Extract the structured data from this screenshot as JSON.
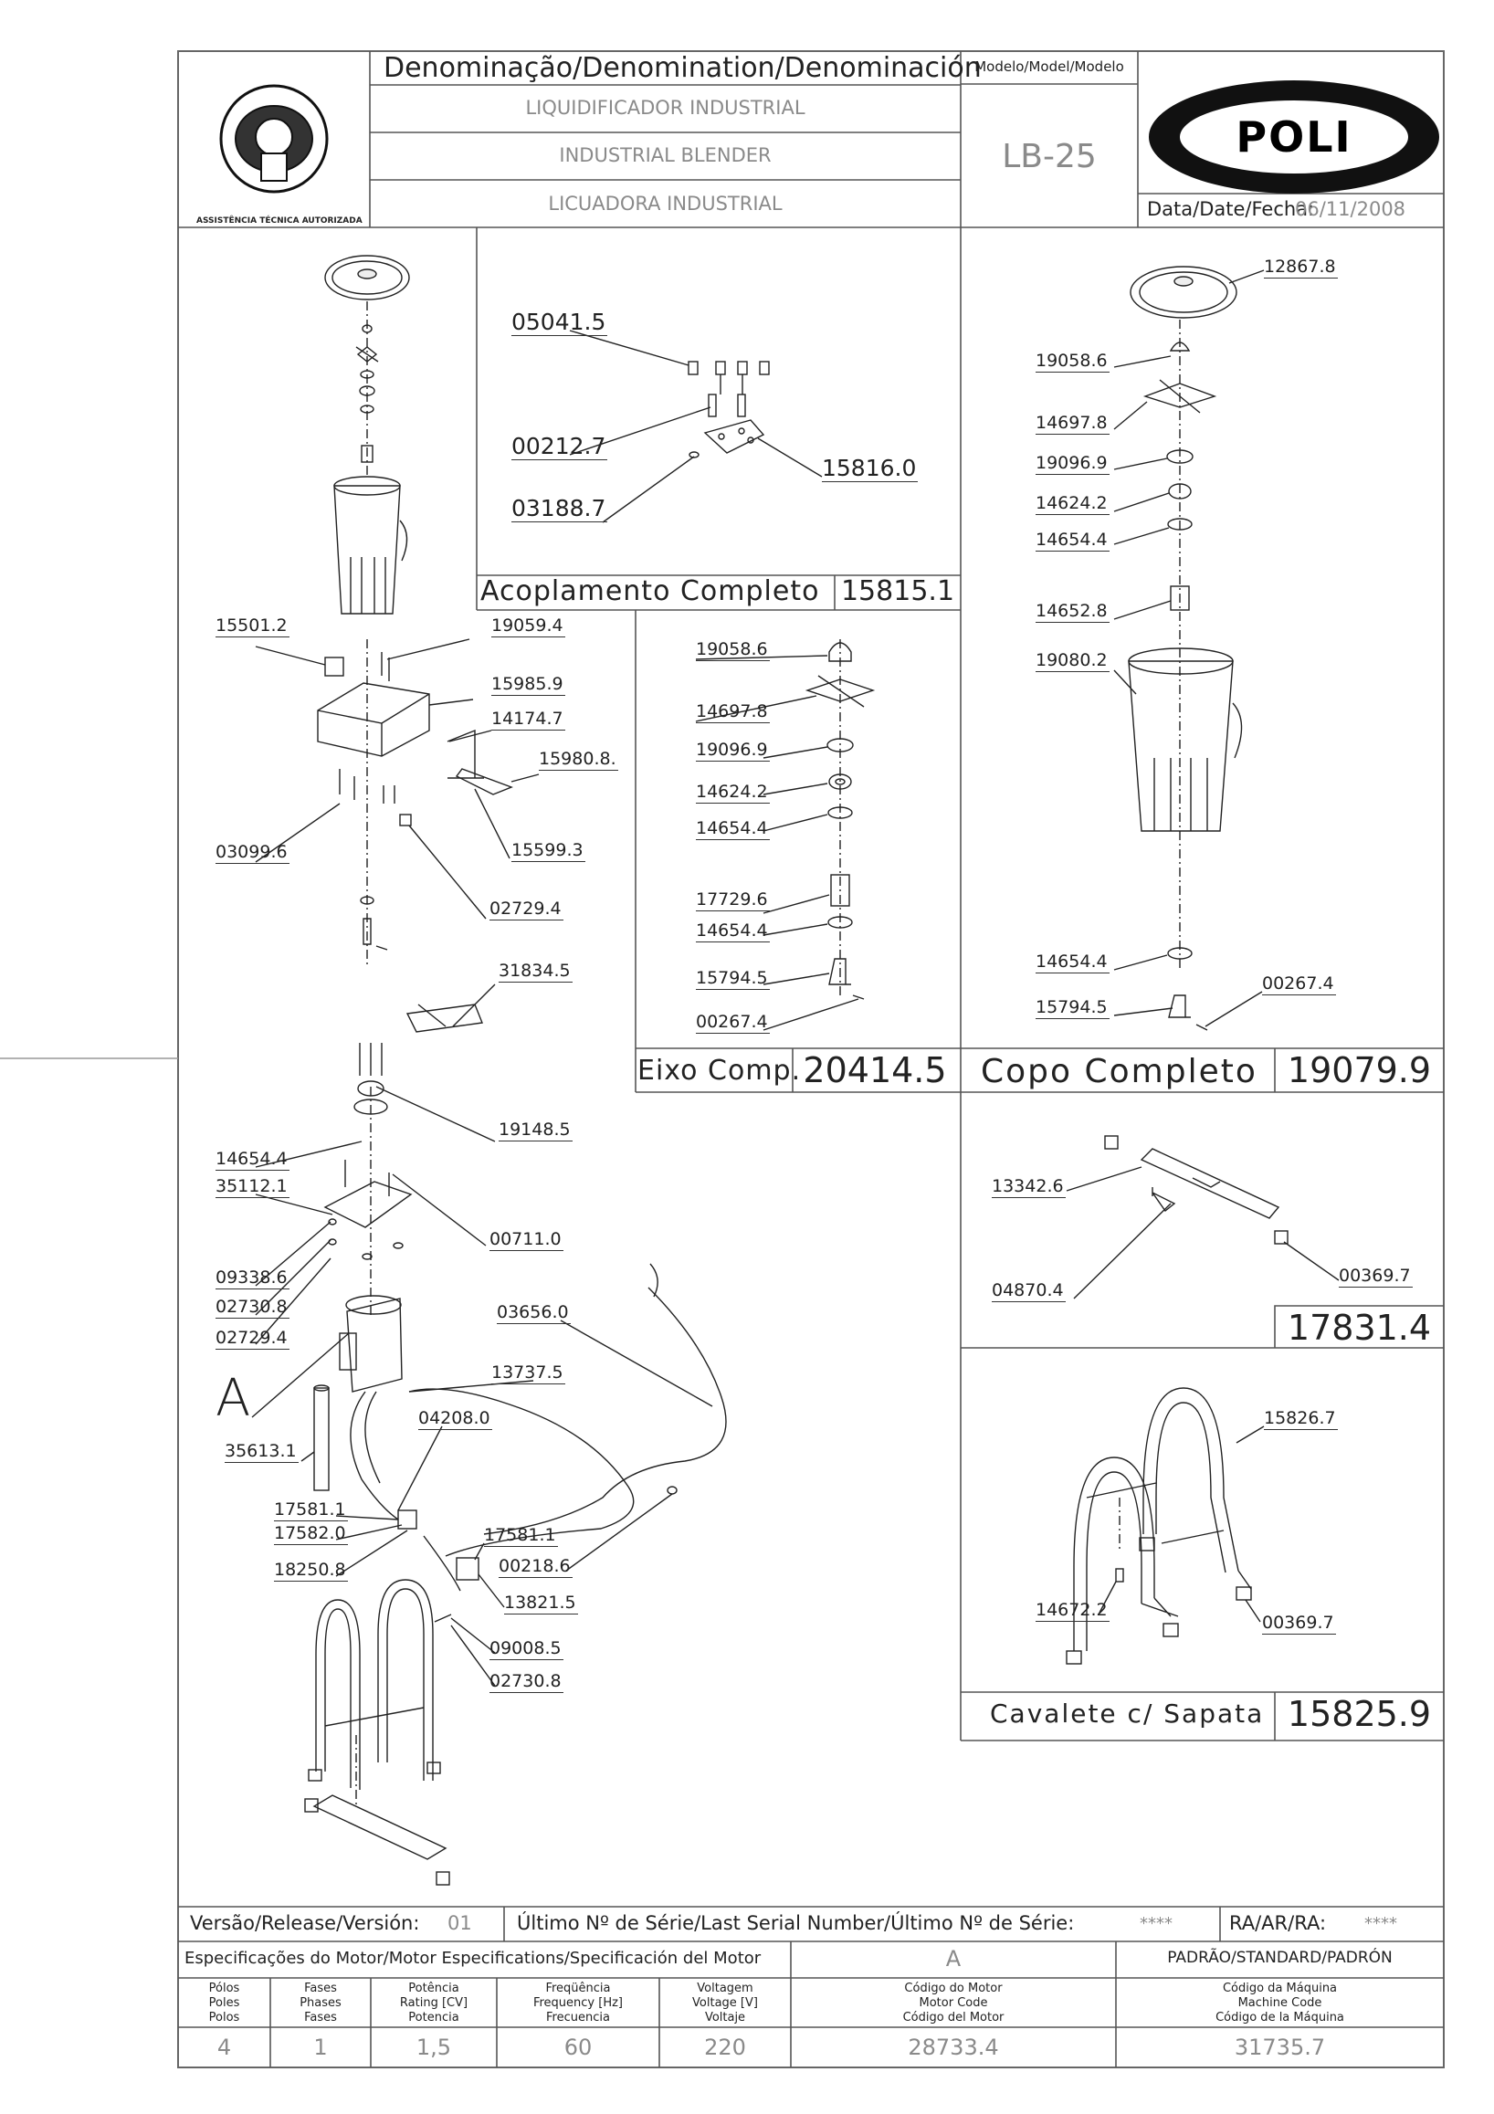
{
  "header": {
    "denomination_title": "Denominação/Denomination/Denominación",
    "names": [
      "LIQUIDIFICADOR INDUSTRIAL",
      "INDUSTRIAL BLENDER",
      "LICUADORA INDUSTRIAL"
    ],
    "model_label": "Modelo/Model/Modelo",
    "model_value": "LB-25",
    "brand": "POLI",
    "date_label": "Data/Date/Fecha:",
    "date_value": "06/11/2008",
    "badge_text": "ASSISTÊNCIA TÉCNICA AUTORIZADA"
  },
  "assemblies": {
    "acoplamento": {
      "name": "Acoplamento Completo",
      "code": "15815.1",
      "parts": [
        "05041.5",
        "00212.7",
        "03188.7",
        "15816.0"
      ]
    },
    "eixo": {
      "name": "Eixo Comp.",
      "code": "20414.5",
      "parts": [
        "19058.6",
        "14697.8",
        "19096.9",
        "14624.2",
        "14654.4",
        "17729.6",
        "14654.4",
        "15794.5",
        "00267.4"
      ]
    },
    "copo": {
      "name": "Copo Completo",
      "code": "19079.9",
      "parts": [
        "12867.8",
        "19058.6",
        "14697.8",
        "19096.9",
        "14624.2",
        "14654.4",
        "14652.8",
        "19080.2",
        "14654.4",
        "15794.5",
        "00267.4"
      ]
    },
    "base_bar": {
      "code": "17831.4",
      "parts": [
        "13342.6",
        "04870.4",
        "00369.7"
      ]
    },
    "cavalete": {
      "name": "Cavalete c/ Sapata",
      "code": "15825.9",
      "parts": [
        "15826.7",
        "14672.2",
        "00369.7"
      ]
    }
  },
  "main_parts": [
    "15501.2",
    "19059.4",
    "15985.9",
    "14174.7",
    "15980.8.",
    "03099.6",
    "15599.3",
    "02729.4",
    "31834.5",
    "19148.5",
    "14654.4",
    "35112.1",
    "00711.0",
    "09338.6",
    "02730.8",
    "02729.4",
    "03656.0",
    "13737.5",
    "A",
    "04208.0",
    "35613.1",
    "17581.1",
    "17582.0",
    "17581.1",
    "18250.8",
    "00218.6",
    "13821.5",
    "09008.5",
    "02730.8"
  ],
  "footer": {
    "version_label": "Versão/Release/Versión:",
    "version_value": "01",
    "serial_label": "Último Nº de Série/Last Serial Number/Último Nº de Série:",
    "serial_value": "****",
    "ra_label": "RA/AR/RA:",
    "ra_value": "****",
    "motor_spec_label": "Especificações do Motor/Motor Especifications/Specificación del Motor",
    "motor_variant": "A",
    "standard_label": "PADRÃO/STANDARD/PADRÓN",
    "columns": [
      {
        "header": [
          "Pólos",
          "Poles",
          "Polos"
        ],
        "value": "4"
      },
      {
        "header": [
          "Fases",
          "Phases",
          "Fases"
        ],
        "value": "1"
      },
      {
        "header": [
          "Potência",
          "Rating [CV]",
          "Potencia"
        ],
        "value": "1,5"
      },
      {
        "header": [
          "Freqüência",
          "Frequency [Hz]",
          "Frecuencia"
        ],
        "value": "60"
      },
      {
        "header": [
          "Voltagem",
          "Voltage [V]",
          "Voltaje"
        ],
        "value": "220"
      },
      {
        "header": [
          "Código do Motor",
          "Motor Code",
          "Código del Motor"
        ],
        "value": "28733.4"
      },
      {
        "header": [
          "Código da Máquina",
          "Machine Code",
          "Código de la Máquina"
        ],
        "value": "31735.7"
      }
    ]
  }
}
